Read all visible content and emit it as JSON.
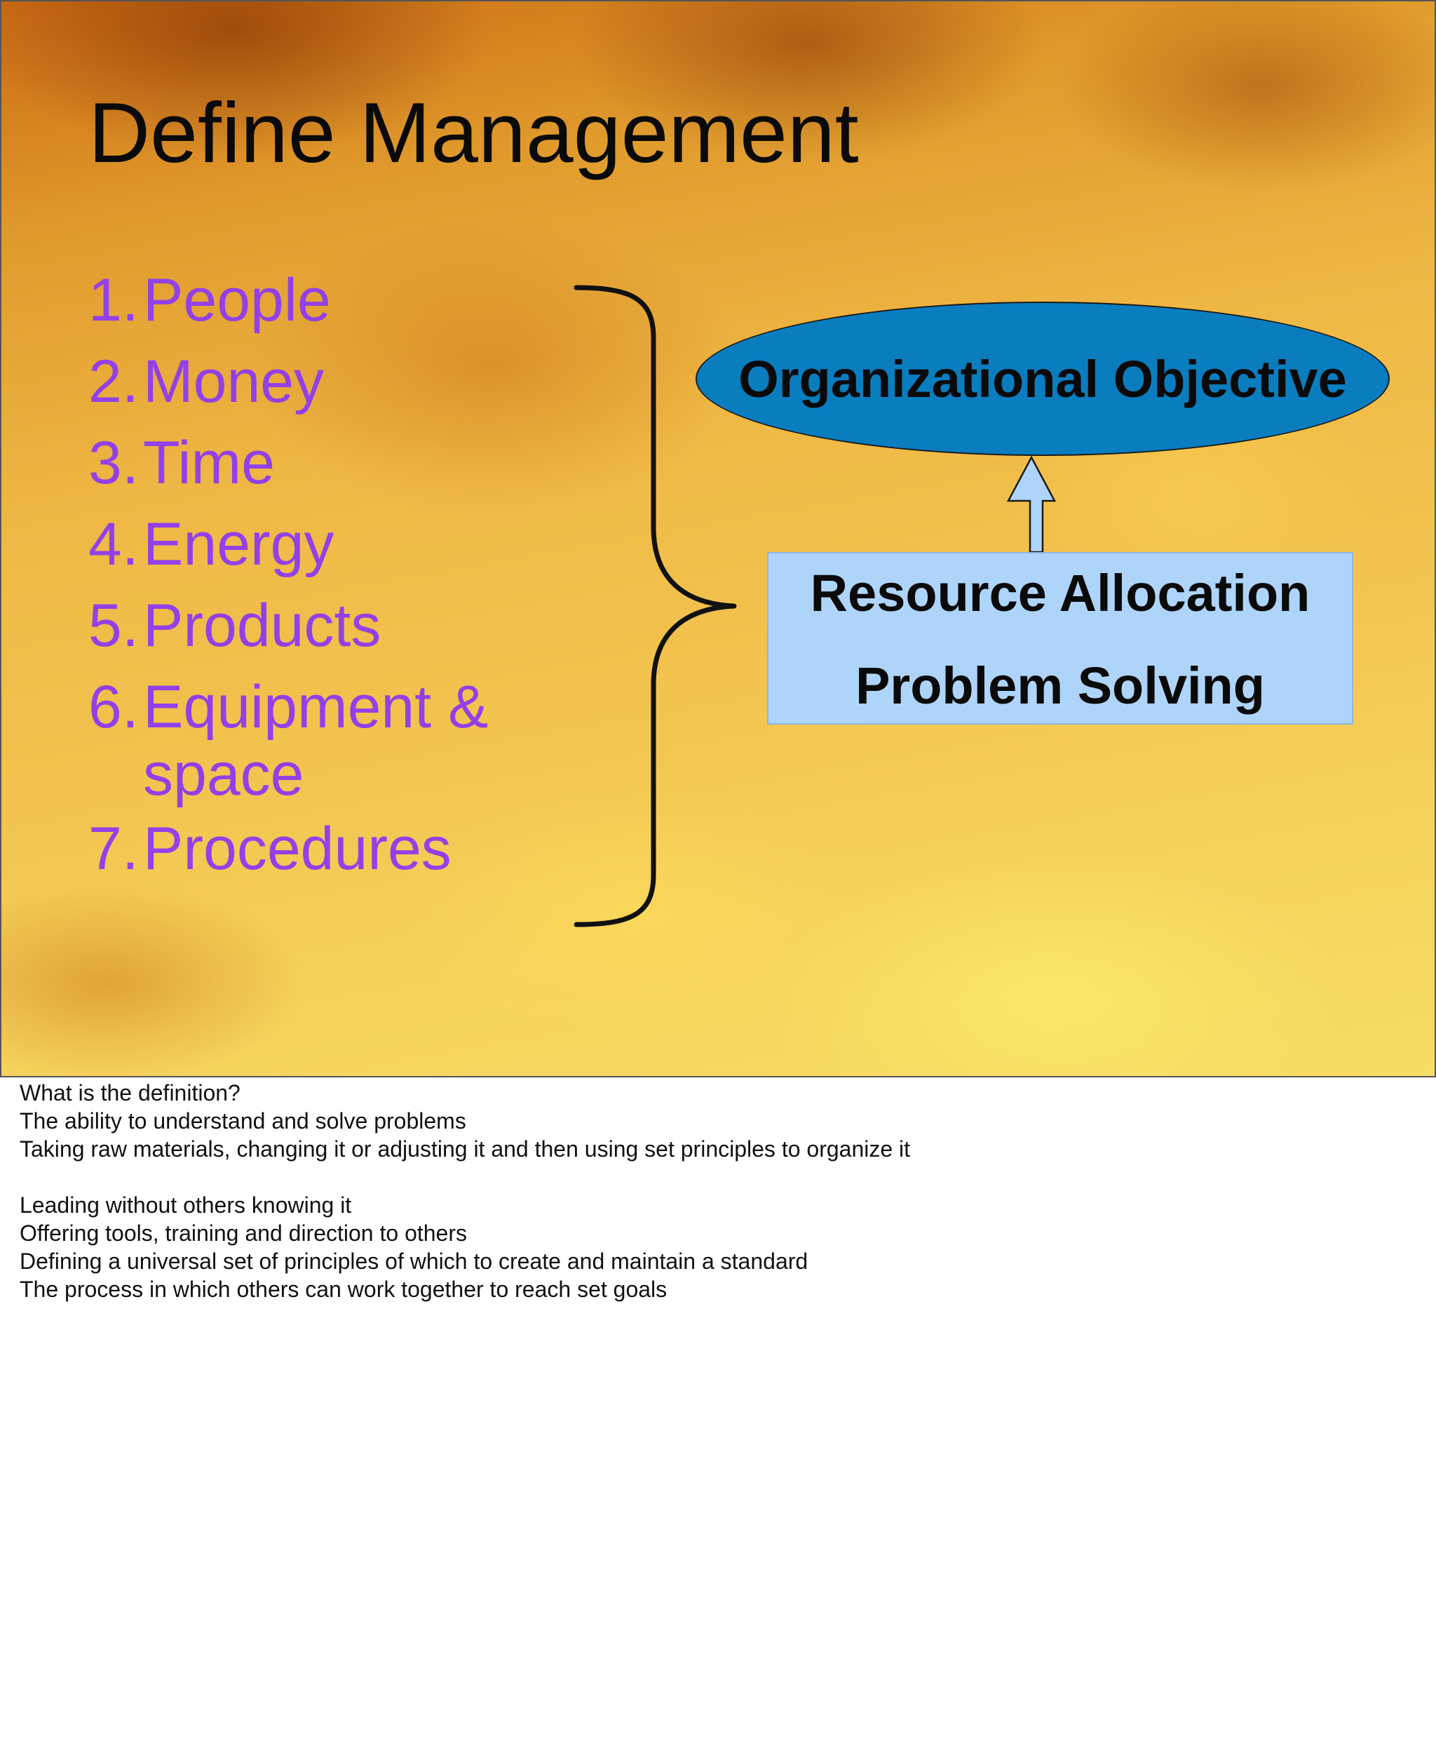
{
  "slide": {
    "title": "Define Management",
    "resources": [
      {
        "num": "1.",
        "label": "People"
      },
      {
        "num": "2.",
        "label": "Money"
      },
      {
        "num": "3.",
        "label": "Time"
      },
      {
        "num": "4.",
        "label": "Energy"
      },
      {
        "num": "5.",
        "label": "Products"
      },
      {
        "num": "6.",
        "label": "Equipment & space"
      },
      {
        "num": "7.",
        "label": "Procedures"
      }
    ],
    "objective": "Organizational Objective",
    "allocation_box": {
      "line1": "Resource Allocation",
      "line2": "Problem Solving"
    },
    "colors": {
      "list_text": "#9440e8",
      "ellipse_fill": "#0a7dbf",
      "box_fill": "#aed4fa",
      "arrow_fill": "#aed4fa"
    }
  },
  "notes": [
    "What is the definition?",
    "The ability to understand and solve problems",
    "Taking raw materials, changing it or adjusting it and then using set principles to organize it",
    "",
    "Leading without others knowing it",
    "Offering tools, training and direction to others",
    "Defining a universal set of principles of which to create and maintain a standard",
    "The process in which others can work together to reach set goals"
  ]
}
